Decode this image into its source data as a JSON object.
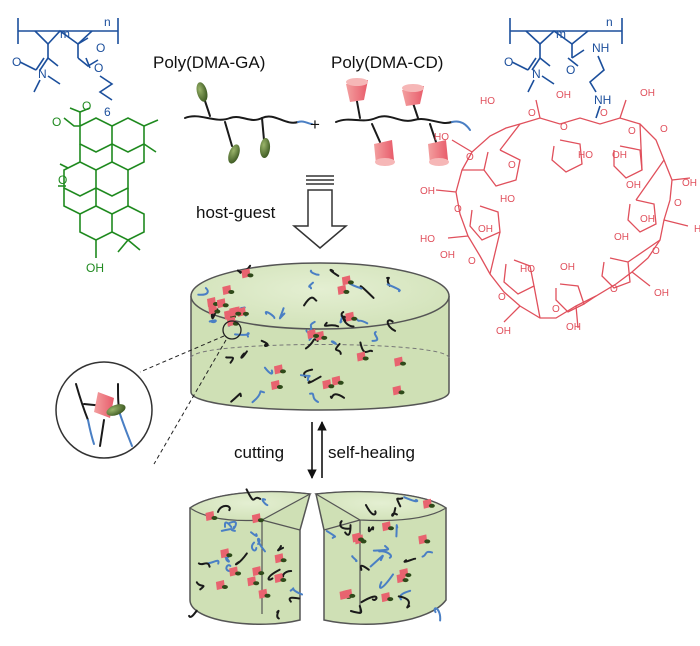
{
  "polymers": {
    "ga_label": "Poly(DMA-GA)",
    "cd_label": "Poly(DMA-CD)",
    "plus": "+"
  },
  "process": {
    "host_guest": "host-guest",
    "cutting": "cutting",
    "self_healing": "self-healing"
  },
  "chem_left": {
    "m": "m",
    "n": "n",
    "o1": "O",
    "n1": "N",
    "o2": "O",
    "o3": "O",
    "o4": "O",
    "six": "6",
    "o5": "O",
    "oh": "OH"
  },
  "chem_right": {
    "m": "m",
    "n": "n",
    "o1": "O",
    "n1": "N",
    "o2": "O",
    "nh1": "NH",
    "nh2": "NH"
  },
  "cyclodextrin": {
    "oh_labels": [
      "OH",
      "HO",
      "OH",
      "HO",
      "OH",
      "OH",
      "HO",
      "HO",
      "OH",
      "OH",
      "OH",
      "HO",
      "HO",
      "OH",
      "OH",
      "OH",
      "OH",
      "OH",
      "HO",
      "OH",
      "OH"
    ],
    "o_labels": [
      "O",
      "O",
      "O",
      "O",
      "O",
      "O",
      "O",
      "O",
      "O",
      "O",
      "O",
      "O",
      "O",
      "O"
    ]
  },
  "colors": {
    "blue": "#1c4f9c",
    "green": "#1f8a1f",
    "red": "#e0505c",
    "gel": "#d9e8c4",
    "cd_pink": "#f08a8a"
  }
}
